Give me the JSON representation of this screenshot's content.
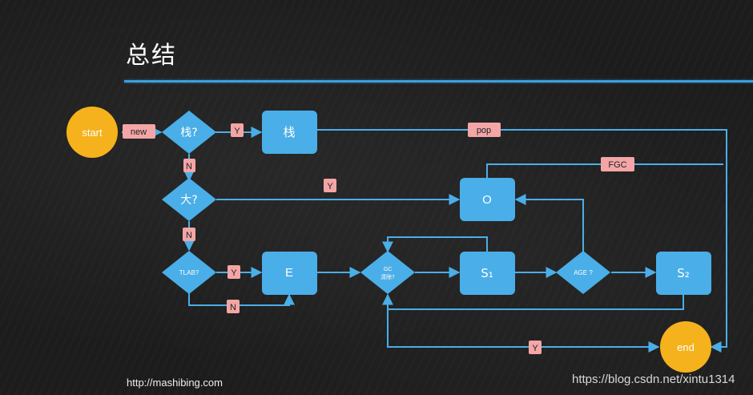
{
  "title": "总结",
  "footer_url": "http://mashibing.com",
  "watermark": "https://blog.csdn.net/xintu1314",
  "colors": {
    "node_blue": "#4aaee8",
    "start_end_orange": "#f5b21c",
    "edge": "#4aaee8",
    "label_bg": "#f4a5a5",
    "label_text": "#222222"
  },
  "nodes": {
    "start": "start",
    "end": "end",
    "stack_decision": "栈?",
    "stack_box": "栈",
    "big_decision": "大?",
    "old_box": "O",
    "tlab_decision": "TLAB?",
    "eden_box": "E",
    "gc_decision_line1": "GC",
    "gc_decision_line2": "清除?",
    "s1_box": "S₁",
    "age_decision": "AGE ?",
    "s2_box": "S₂"
  },
  "edge_labels": {
    "new": "new",
    "stack_yes": "Y",
    "stack_no": "N",
    "pop": "pop",
    "fgc": "FGC",
    "big_yes": "Y",
    "big_no": "N",
    "tlab_yes": "Y",
    "tlab_no": "N",
    "gc_yes": "Y"
  }
}
